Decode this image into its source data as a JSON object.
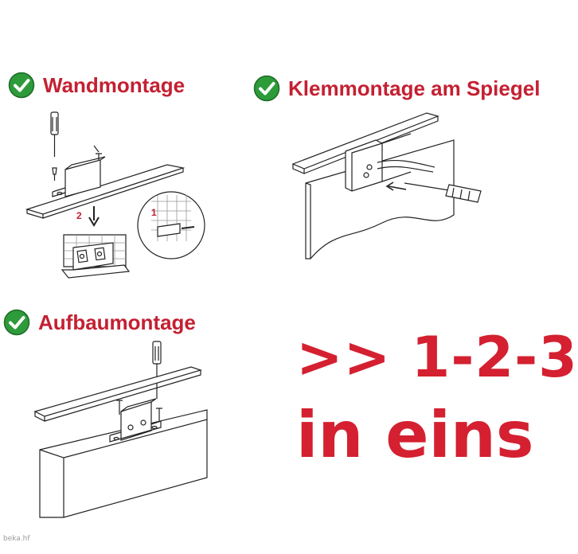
{
  "sections": [
    {
      "id": "wall",
      "title": "Wandmontage",
      "icon": "checkmark-icon",
      "steps": [
        "2",
        "1"
      ]
    },
    {
      "id": "clamp",
      "title": "Klemmontage am Spiegel",
      "icon": "checkmark-icon"
    },
    {
      "id": "surface",
      "title": "Aufbaumontage",
      "icon": "checkmark-icon"
    }
  ],
  "slogan": {
    "line1": ">> 1-2-3",
    "line2": "in eins"
  },
  "watermark": "beka.hf",
  "colors": {
    "accent": "#c42032",
    "check": "#2e9b3a",
    "slogan": "#d42030"
  }
}
